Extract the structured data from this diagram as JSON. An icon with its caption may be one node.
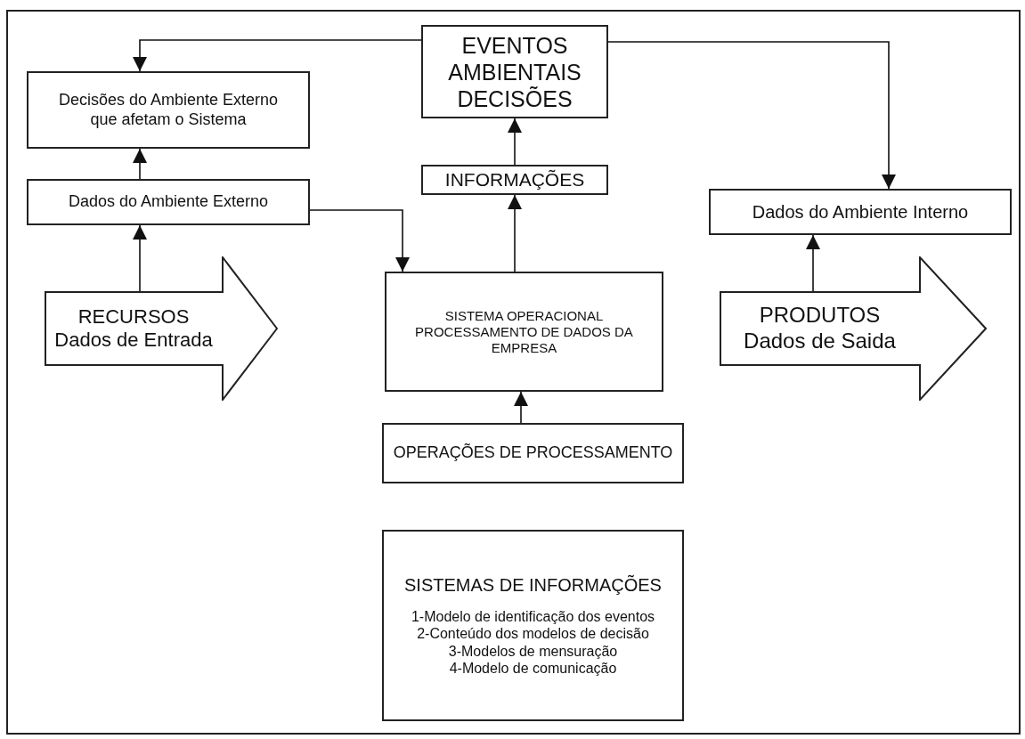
{
  "diagram": {
    "nodes": [
      {
        "text": [
          "EVENTOS AMBIENTAIS DECISÕES"
        ]
      },
      {
        "text": [
          "Decisões do Ambiente Externo que afetam o Sistema"
        ]
      },
      {
        "text": [
          "Dados do Ambiente Externo"
        ]
      },
      {
        "text": [
          "INFORMAÇÕES"
        ]
      },
      {
        "text": [
          "Dados do Ambiente Interno"
        ]
      },
      {
        "text": [
          "RECURSOS",
          "Dados de Entrada"
        ]
      },
      {
        "text": [
          "SISTEMA OPERACIONAL PROCESSAMENTO DE DADOS DA EMPRESA"
        ]
      },
      {
        "text": [
          "PRODUTOS",
          "Dados de Saida"
        ]
      },
      {
        "text": [
          "OPERAÇÕES DE PROCESSAMENTO"
        ]
      },
      {
        "text": [
          "SISTEMAS DE INFORMAÇÕES",
          "1-Modelo de identificação dos eventos",
          "2-Conteúdo dos modelos de decisão",
          "3-Modelos de mensuração",
          "4-Modelo de comunicação"
        ]
      }
    ],
    "edges": [
      {
        "from": 0,
        "to": 1,
        "arrow": "to"
      },
      {
        "from": 0,
        "to": 4,
        "arrow": "to"
      },
      {
        "from": 2,
        "to": 1,
        "arrow": "to"
      },
      {
        "from": 5,
        "to": 2,
        "arrow": "to"
      },
      {
        "from": 2,
        "to": 6,
        "arrow": "to"
      },
      {
        "from": 6,
        "to": 3,
        "arrow": "to"
      },
      {
        "from": 3,
        "to": 0,
        "arrow": "to"
      },
      {
        "from": 8,
        "to": 6,
        "arrow": "to"
      },
      {
        "from": 7,
        "to": 4,
        "arrow": "to"
      }
    ]
  }
}
